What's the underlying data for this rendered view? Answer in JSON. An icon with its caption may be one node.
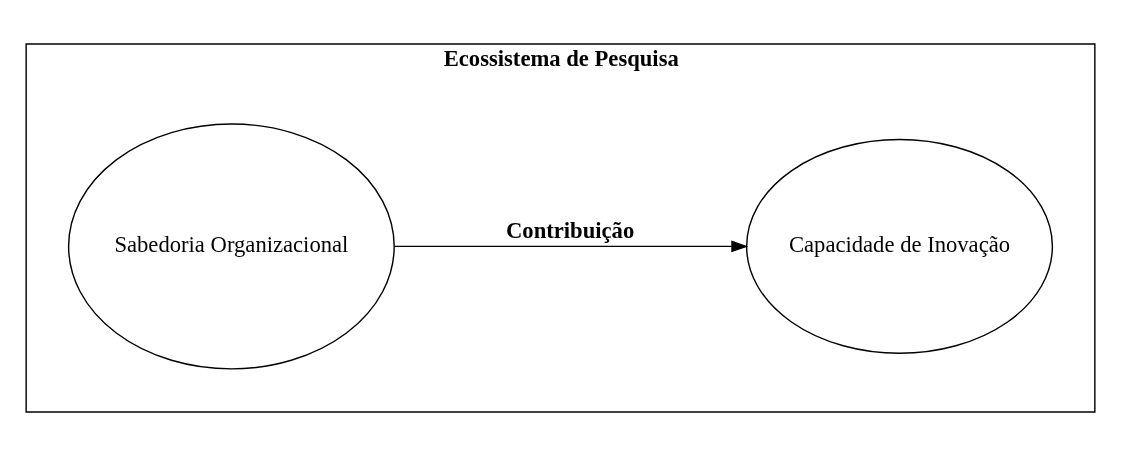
{
  "diagram": {
    "nodes": [
      {
        "text": [
          "Ecossistema de Pesquisa"
        ]
      },
      {
        "text": [
          "Sabedoria Organizacional"
        ],
        "in": 0
      },
      {
        "text": [
          "Capacidade de Inovação"
        ],
        "in": 0
      }
    ],
    "edges": [
      {
        "from": 1,
        "to": 2,
        "arrow": "to",
        "label": "Contribuição"
      }
    ]
  }
}
